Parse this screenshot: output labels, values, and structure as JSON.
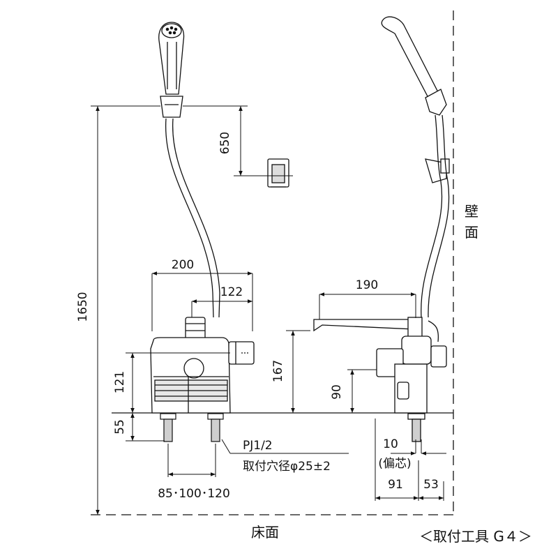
{
  "dimensions": {
    "height_total": "1650",
    "hook_offset": "650",
    "width_body": "200",
    "width_outlet": "122",
    "height_body": "121",
    "height_pipe": "55",
    "height_spout": "167",
    "spout_reach": "190",
    "side_height": "90",
    "offset": "10",
    "offset_note": "(偏芯)",
    "depth": "91",
    "wall_gap": "53",
    "pitch": "85･100･120"
  },
  "labels": {
    "connection": "PJ1/2",
    "hole": "取付穴径φ25±2",
    "wall_1": "壁",
    "wall_2": "面",
    "floor": "床面",
    "tool": "＜取付工具 G４＞"
  }
}
